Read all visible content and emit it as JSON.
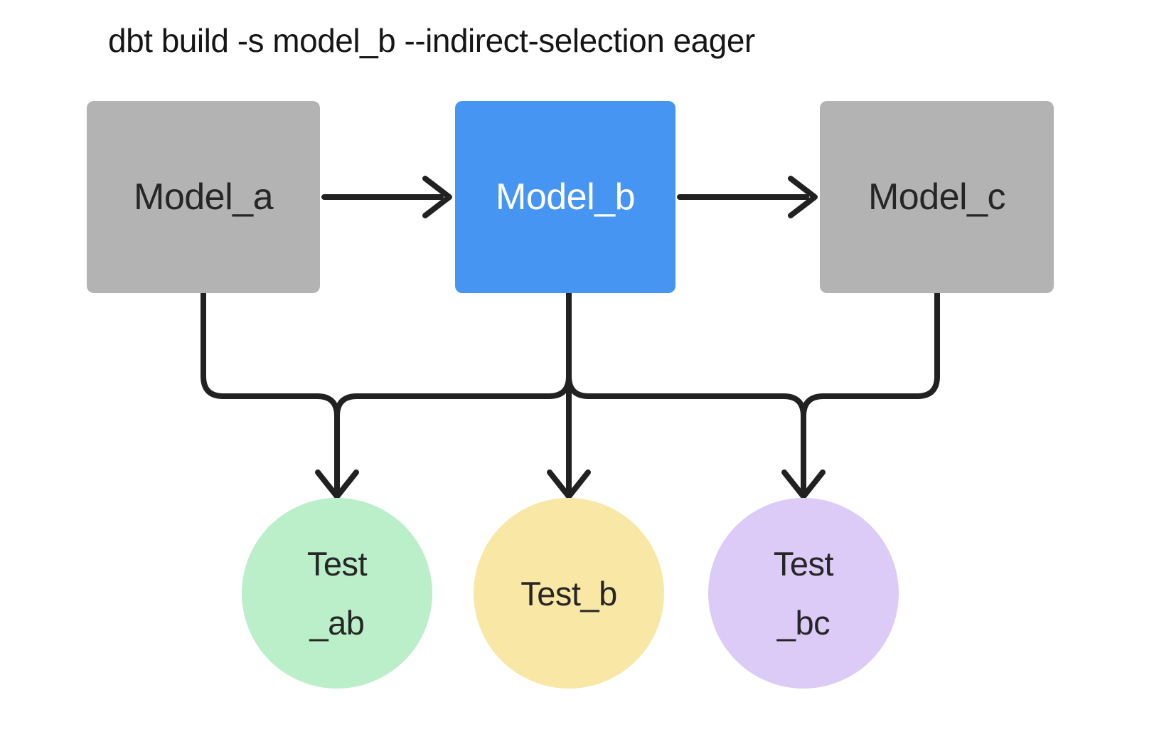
{
  "title": {
    "text": "dbt build -s model_b --indirect-selection eager"
  },
  "models": [
    {
      "id": "model_a",
      "label": "Model_a",
      "state": "default"
    },
    {
      "id": "model_b",
      "label": "Model_b",
      "state": "selected"
    },
    {
      "id": "model_c",
      "label": "Model_c",
      "state": "default"
    }
  ],
  "tests": [
    {
      "id": "test_ab",
      "lines": [
        "Test",
        "_ab"
      ]
    },
    {
      "id": "test_b",
      "lines": [
        "Test_b"
      ]
    },
    {
      "id": "test_bc",
      "lines": [
        "Test",
        "_bc"
      ]
    }
  ],
  "edges": [
    {
      "from": "model_a",
      "to": "model_b"
    },
    {
      "from": "model_b",
      "to": "model_c"
    },
    {
      "from": "model_a",
      "to": "test_ab"
    },
    {
      "from": "model_b",
      "to": "test_ab"
    },
    {
      "from": "model_b",
      "to": "test_b"
    },
    {
      "from": "model_b",
      "to": "test_bc"
    },
    {
      "from": "model_c",
      "to": "test_bc"
    }
  ],
  "colors": {
    "model_default": "#b3b3b3",
    "model_selected": "#4795f2",
    "test_ab": "#baefc9",
    "test_b": "#f9e7a6",
    "test_bc": "#ddcbf7",
    "edge": "#212121",
    "text_dark": "#262626",
    "text_light": "#ffffff",
    "title": "#161616"
  }
}
